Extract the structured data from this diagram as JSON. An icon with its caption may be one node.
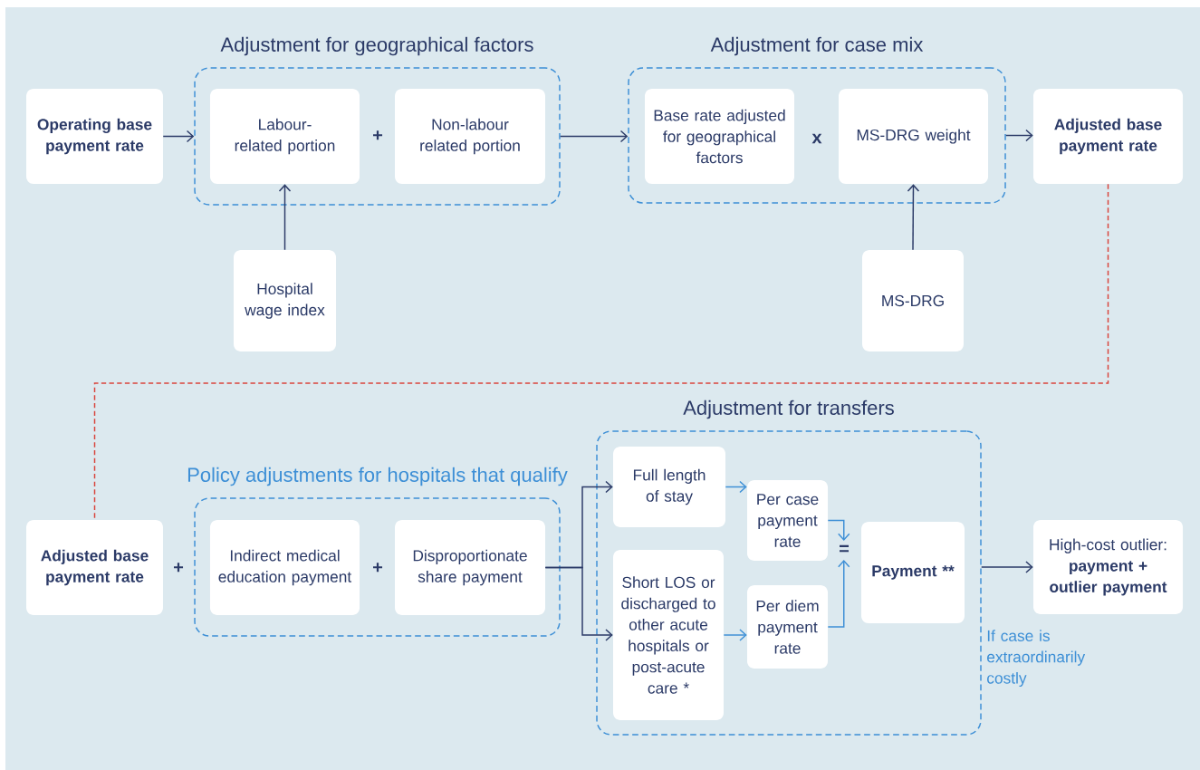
{
  "diagram": {
    "nodes": [
      {
        "text": [
          "Operating base payment rate"
        ]
      },
      {
        "text": [
          "Adjustment for geographical factors"
        ]
      },
      {
        "text": [
          "Labour- related portion"
        ],
        "in": 1
      },
      {
        "text": [
          "Non-labour related portion"
        ],
        "in": 1
      },
      {
        "text": [
          "Hospital wage index"
        ]
      },
      {
        "text": [
          "Adjustment for case mix"
        ]
      },
      {
        "text": [
          "Base rate adjusted for geographical factors"
        ],
        "in": 5
      },
      {
        "text": [
          "MS-DRG weight"
        ],
        "in": 5
      },
      {
        "text": [
          "MS-DRG"
        ]
      },
      {
        "text": [
          "Adjusted base payment rate"
        ]
      },
      {
        "text": [
          "Adjusted base payment rate"
        ]
      },
      {
        "text": [
          "Policy adjustments for hospitals that qualify"
        ]
      },
      {
        "text": [
          "Indirect medical education payment"
        ],
        "in": 11
      },
      {
        "text": [
          "Disproportionate share payment"
        ],
        "in": 11
      },
      {
        "text": [
          "Adjustment for transfers"
        ]
      },
      {
        "text": [
          "Full length of stay"
        ],
        "in": 14
      },
      {
        "text": [
          "Short LOS or discharged to other acute hospitals or post-acute care *"
        ],
        "in": 14
      },
      {
        "text": [
          "Per case payment rate"
        ],
        "in": 14
      },
      {
        "text": [
          "Per diem payment rate"
        ],
        "in": 14
      },
      {
        "text": [
          "Payment **"
        ],
        "in": 14
      },
      {
        "text": [
          "High-cost outlier: **payment + outlier payment**"
        ]
      }
    ],
    "edges": [
      {
        "from": 0,
        "to": 1,
        "arrow": "to"
      },
      {
        "from": 1,
        "to": 5,
        "arrow": "to"
      },
      {
        "from": 4,
        "to": 2,
        "arrow": "to"
      },
      {
        "from": 8,
        "to": 7,
        "arrow": "to"
      },
      {
        "from": 5,
        "to": 9,
        "arrow": "to"
      },
      {
        "from": 9,
        "to": 10,
        "arrow": "none",
        "style": "dashed",
        "color": "#d9443c"
      },
      {
        "from": 13,
        "to": 15,
        "arrow": "to"
      },
      {
        "from": 13,
        "to": 16,
        "arrow": "to"
      },
      {
        "from": 15,
        "to": 17,
        "arrow": "to",
        "color": "#3d8fd6"
      },
      {
        "from": 16,
        "to": 18,
        "arrow": "to",
        "color": "#3d8fd6"
      },
      {
        "from": 17,
        "to": 19,
        "arrow": "to",
        "color": "#3d8fd6"
      },
      {
        "from": 18,
        "to": 19,
        "arrow": "to",
        "color": "#3d8fd6"
      },
      {
        "from": 14,
        "to": 20,
        "arrow": "to"
      }
    ],
    "labels": [
      "+",
      "x",
      "+",
      "+",
      "=",
      "If case is extraordinarily costly"
    ]
  }
}
